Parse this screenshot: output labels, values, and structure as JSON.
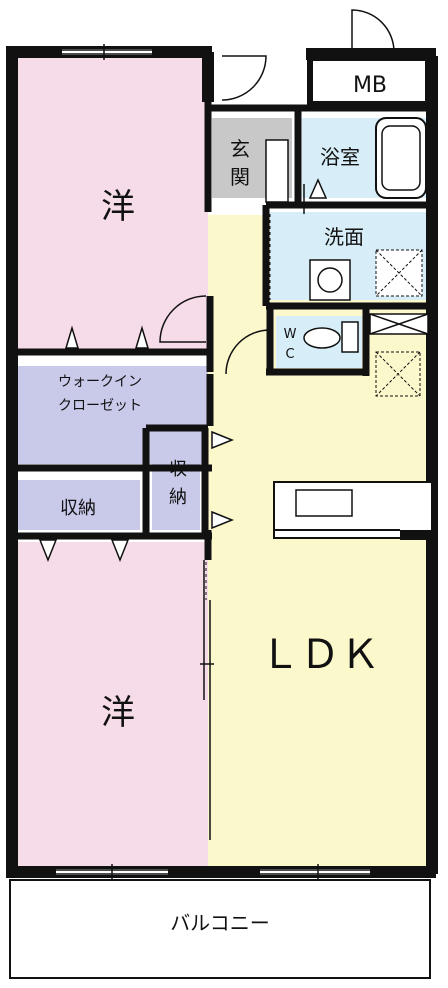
{
  "rooms": {
    "western_room_top": "洋",
    "western_room_bottom": "洋",
    "walk_in_closet_line1": "ウォークイン",
    "walk_in_closet_line2": "クローゼット",
    "storage_left": "収納",
    "storage_mid_line1": "収",
    "storage_mid_line2": "納",
    "entrance_line1": "玄",
    "entrance_line2": "関",
    "bathroom": "浴室",
    "washroom": "洗面",
    "wc_line1": "W",
    "wc_line2": "C",
    "meter_box": "MB",
    "ldk": "ＬＤＫ",
    "balcony": "バルコニー"
  },
  "colors": {
    "western_room": "#f6dce8",
    "ldk": "#fbf8cc",
    "storage": "#c9c9ea",
    "entrance": "#c8c8c8",
    "wet_area": "#d7eef8",
    "wall": "#111111",
    "balcony": "#ffffff"
  }
}
